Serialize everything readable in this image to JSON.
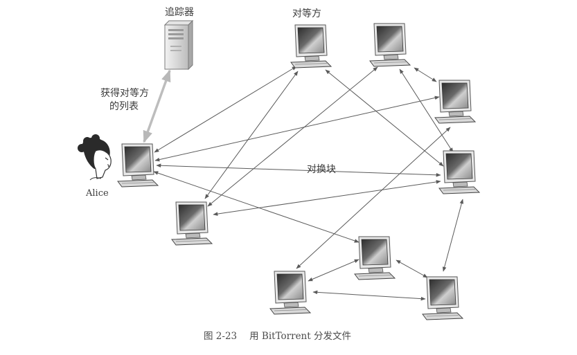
{
  "labels": {
    "tracker": "追踪器",
    "peers": "对等方",
    "get_peer_list": "获得对等方",
    "get_peer_list_2": "的列表",
    "exchange_chunks": "对换块",
    "alice": "Alice"
  },
  "caption": {
    "number": "图 2-23",
    "text": "用 BitTorrent 分发文件"
  },
  "icons": {
    "tracker": "server-tower-icon",
    "peer": "desktop-computer-icon",
    "alice": "person-head-icon"
  },
  "colors": {
    "line": "#5a5a5a",
    "tracker_link": "#b8b8b8",
    "screen_dark": "#3f3f3f",
    "screen_light": "#d8d8d8"
  }
}
